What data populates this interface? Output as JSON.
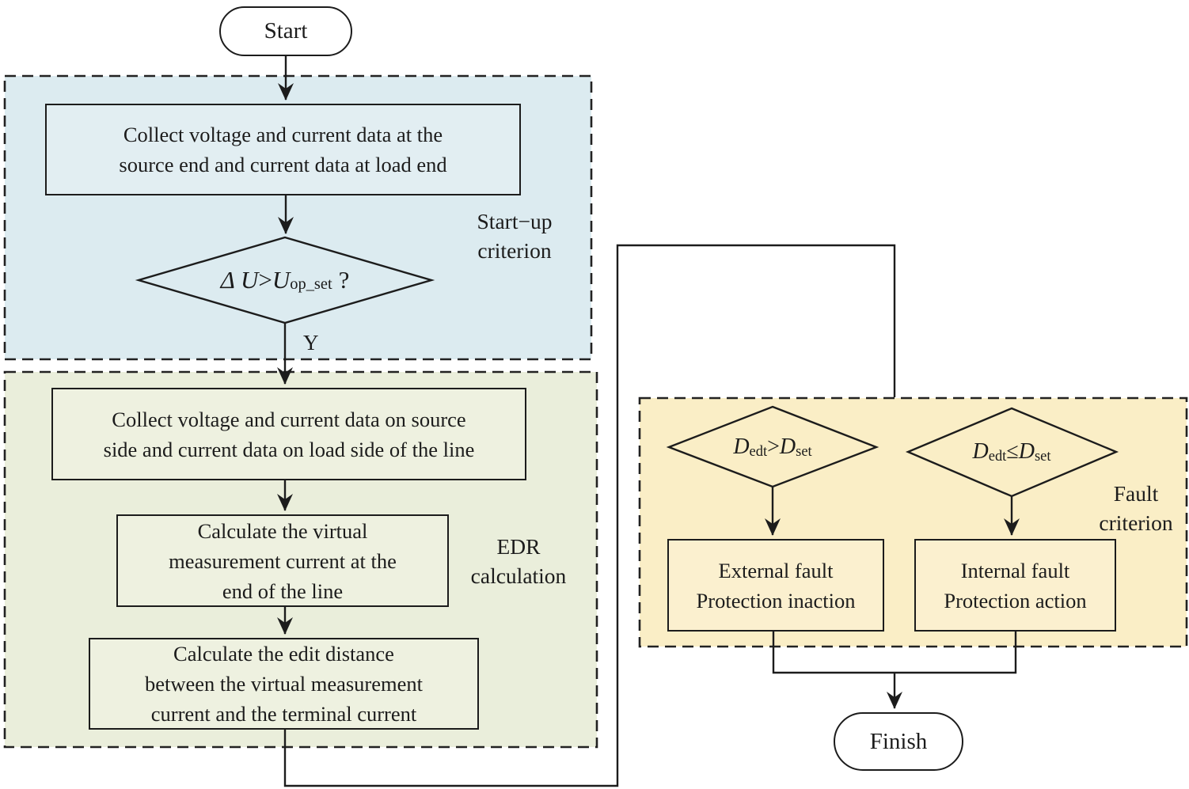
{
  "colors": {
    "startup_region_fill": "#dcebf0",
    "edr_region_fill": "#eaeedb",
    "fault_region_fill": "#faeec6",
    "line_color": "#1c1c1c"
  },
  "nodes": {
    "start": "Start",
    "finish": "Finish"
  },
  "startup_region": {
    "label": "Start−up\ncriterion",
    "collect_box": "Collect voltage and current data at the\nsource end and current data at load end",
    "decision": {
      "lhs": "Δ U",
      "op": ">",
      "rhs": "U",
      "rhs_sub": "op_set",
      "suffix": "?"
    },
    "branch_yes": "Y"
  },
  "edr_region": {
    "label": "EDR\ncalculation",
    "collect_box": "Collect voltage and current data on source\nside and current data on load side of the line",
    "virtual_box": "Calculate the virtual\nmeasurement current at the\nend of the line",
    "edit_distance_box": "Calculate the edit distance\nbetween the virtual measurement\ncurrent and the terminal current"
  },
  "fault_region": {
    "label": "Fault\ncriterion",
    "external_decision": {
      "base1": "D",
      "sub1": "edt",
      "op": ">",
      "base2": "D",
      "sub2": "set"
    },
    "internal_decision": {
      "base1": "D",
      "sub1": "edt",
      "op": "≤",
      "base2": "D",
      "sub2": "set"
    },
    "external_box": "External fault\nProtection inaction",
    "internal_box": "Internal fault\nProtection action"
  }
}
